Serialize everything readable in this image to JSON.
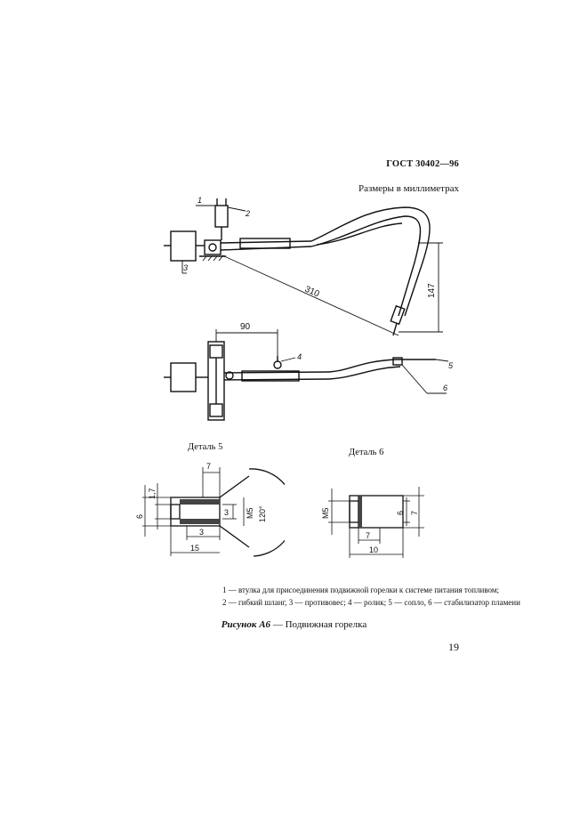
{
  "header": {
    "doc_code": "ГОСТ 30402—96"
  },
  "units_note": "Размеры в миллиметрах",
  "top_view": {
    "callouts": [
      "1",
      "2",
      "3"
    ],
    "dims": {
      "length": "310",
      "height": "147"
    }
  },
  "bottom_view": {
    "callouts": [
      "4",
      "5",
      "6"
    ],
    "dims": {
      "offset": "90"
    }
  },
  "detail5": {
    "title": "Деталь 5",
    "dims": {
      "d6": "6",
      "d17": "1,7",
      "w7": "7",
      "t3": "3",
      "m5": "M5",
      "angle": "120°",
      "b3": "3",
      "l15": "15"
    }
  },
  "detail6": {
    "title": "Деталь 6",
    "dims": {
      "m5": "M5",
      "d6": "6",
      "d7": "7",
      "w7": "7",
      "l10": "10"
    }
  },
  "legend": {
    "line1": "1 — втулка для присоединения подвижной горелки к системе питания топливом;",
    "line2": "2 — гибкий шланг, 3 — противовес; 4 — ролик; 5 — сопло, 6 — стабилизатор пламени"
  },
  "caption": {
    "label": "Рисунок А6",
    "text": " — Подвижная горелка"
  },
  "page_number": "19"
}
